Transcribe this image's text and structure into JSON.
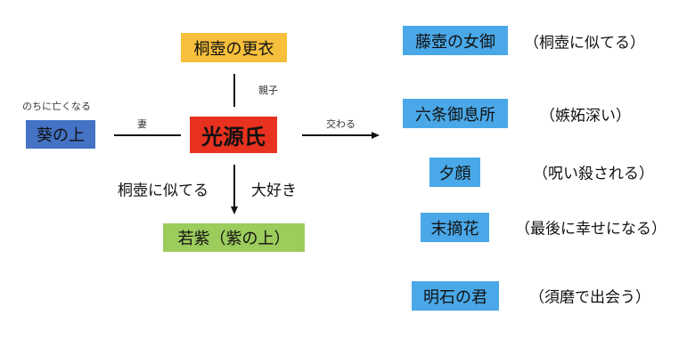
{
  "colors": {
    "kiritsubo": "#f6bf3c",
    "aoi": "#4472c4",
    "genji": "#e8321f",
    "murasaki": "#9ccc5c",
    "lover": "#4aa8e8"
  },
  "nodes": {
    "kiritsubo": "桐壺の更衣",
    "aoi": "葵の上",
    "genji": "光源氏",
    "murasaki": "若紫（紫の上）"
  },
  "edges": {
    "parent_child": "親子",
    "wife": "妻",
    "aoi_note": "のちに亡くなる",
    "affairs": "交わる",
    "resembles": "桐壺に似てる",
    "loves": "大好き"
  },
  "lovers": [
    {
      "name": "藤壺の女御",
      "note": "（桐壺に似てる）"
    },
    {
      "name": "六条御息所",
      "note": "（嫉妬深い）"
    },
    {
      "name": "夕顔",
      "note": "（呪い殺される）"
    },
    {
      "name": "末摘花",
      "note": "（最後に幸せになる）"
    },
    {
      "name": "明石の君",
      "note": "（須磨で出会う）"
    }
  ]
}
